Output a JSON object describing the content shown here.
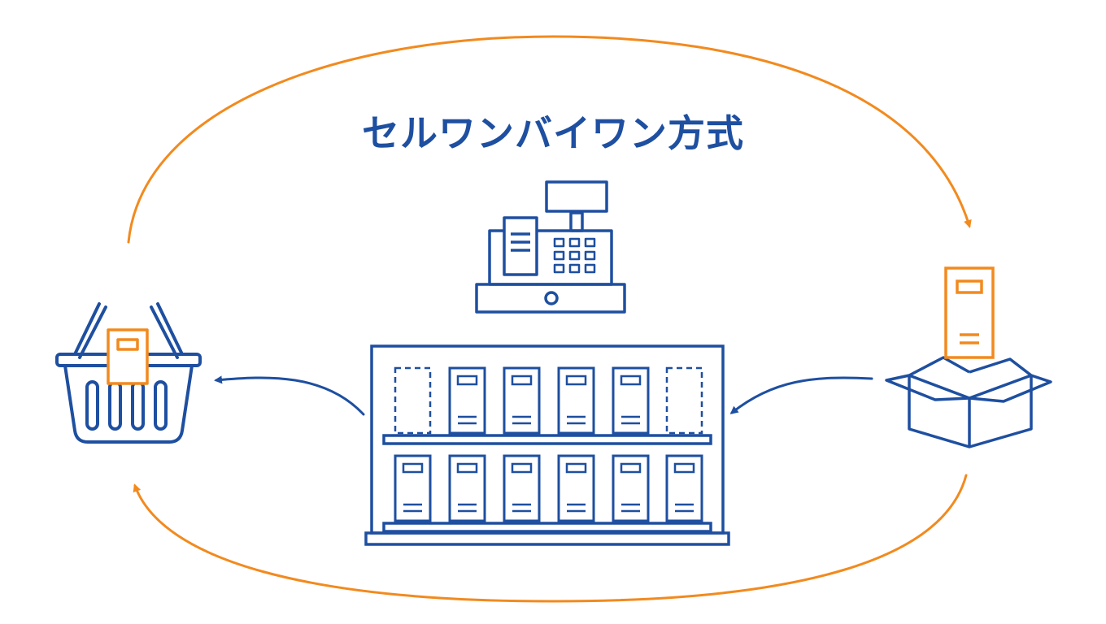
{
  "title": "セルワンバイワン方式",
  "colors": {
    "primary": "#1e4fa0",
    "accent": "#f28a1e",
    "background": "#ffffff"
  },
  "icons": [
    "shopping-basket-icon",
    "cash-register-icon",
    "store-shelf-icon",
    "open-box-icon",
    "product-package-icon"
  ],
  "shelf": {
    "top_row": [
      "empty",
      "filled",
      "filled",
      "filled",
      "filled",
      "empty"
    ],
    "bottom_row": [
      "filled",
      "filled",
      "filled",
      "filled",
      "filled",
      "filled"
    ]
  }
}
